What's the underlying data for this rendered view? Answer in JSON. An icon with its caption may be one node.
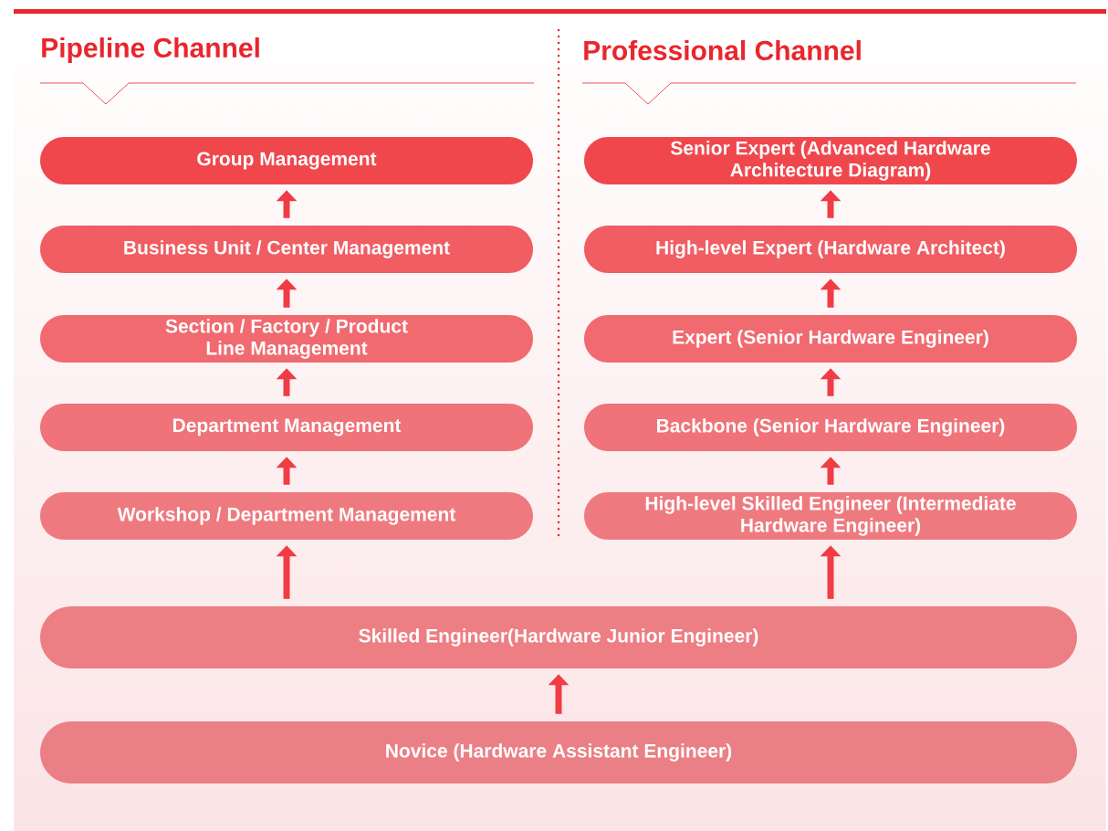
{
  "diagram": {
    "nodes": [
      {
        "text": [
          "Group Management"
        ]
      },
      {
        "text": [
          "Business Unit / Center Management"
        ]
      },
      {
        "text": [
          "Section / Factory / Product Line Management"
        ]
      },
      {
        "text": [
          "Department Management"
        ]
      },
      {
        "text": [
          "Workshop / Department Management"
        ]
      },
      {
        "text": [
          "Senior Expert (Advanced Hardware Architecture Diagram)"
        ]
      },
      {
        "text": [
          "High-level Expert (Hardware Architect)"
        ]
      },
      {
        "text": [
          "Expert (Senior Hardware Engineer)"
        ]
      },
      {
        "text": [
          "Backbone (Senior Hardware Engineer)"
        ]
      },
      {
        "text": [
          "High-level Skilled Engineer (Intermediate Hardware Engineer)"
        ]
      },
      {
        "text": [
          "Skilled Engineer(Hardware Junior Engineer)"
        ]
      },
      {
        "text": [
          "Novice (Hardware Assistant Engineer)"
        ]
      }
    ],
    "edges": [
      {
        "from": 1,
        "to": 0,
        "arrow": "to"
      },
      {
        "from": 2,
        "to": 1,
        "arrow": "to"
      },
      {
        "from": 3,
        "to": 2,
        "arrow": "to"
      },
      {
        "from": 4,
        "to": 3,
        "arrow": "to"
      },
      {
        "from": 10,
        "to": 4,
        "arrow": "to"
      },
      {
        "from": 6,
        "to": 5,
        "arrow": "to"
      },
      {
        "from": 7,
        "to": 6,
        "arrow": "to"
      },
      {
        "from": 8,
        "to": 7,
        "arrow": "to"
      },
      {
        "from": 9,
        "to": 8,
        "arrow": "to"
      },
      {
        "from": 10,
        "to": 9,
        "arrow": "to"
      },
      {
        "from": 11,
        "to": 10,
        "arrow": "to"
      }
    ],
    "labels": [
      "Pipeline Channel",
      "Professional Channel"
    ]
  }
}
